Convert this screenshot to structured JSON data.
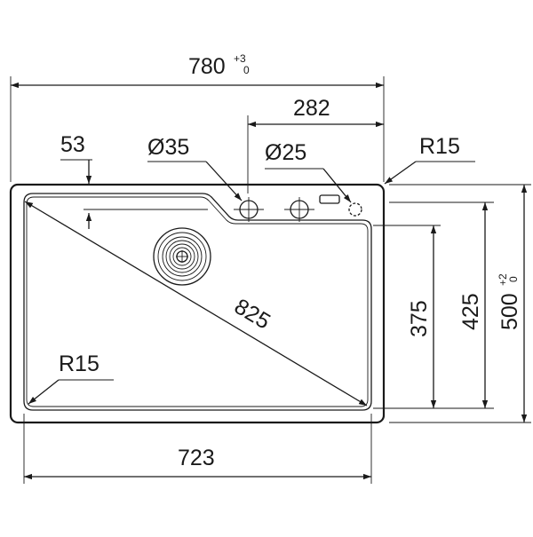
{
  "drawing": {
    "overall_width": {
      "value": "780",
      "tol_upper": "+3",
      "tol_lower": "0"
    },
    "tap_offset": "282",
    "edge_offset": "53",
    "tap_hole_dia": "Ø35",
    "small_hole_dia": "Ø25",
    "corner_radius_top": "R15",
    "bowl_diagonal": "825",
    "bowl_depth_front": "375",
    "bowl_depth": "425",
    "overall_depth": {
      "value": "500",
      "tol_upper": "+2",
      "tol_lower": "0"
    },
    "corner_radius_bowl": "R15",
    "bowl_width": "723"
  },
  "icons": [
    "tap-hole-icon",
    "drain-waste-icon",
    "overflow-icon"
  ]
}
